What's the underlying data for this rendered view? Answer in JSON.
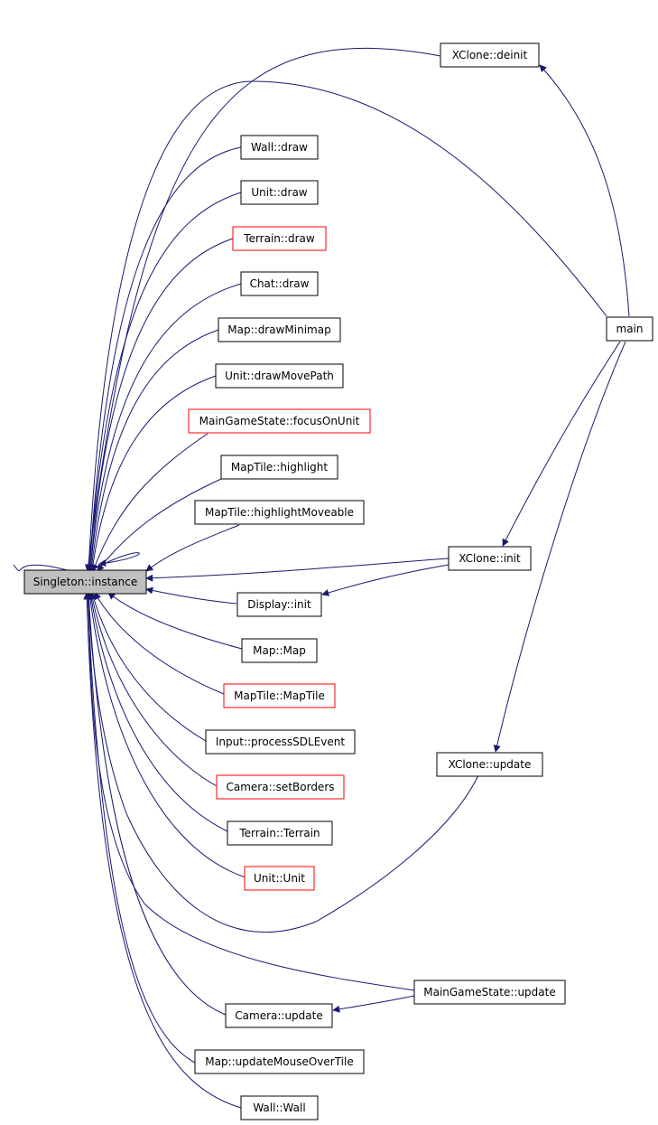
{
  "colors": {
    "edge": "#191970",
    "border_normal": "#000000",
    "border_truncated": "#ff0000",
    "root_fill": "#bfbfbf",
    "node_fill": "#ffffff"
  },
  "nodes": [
    {
      "id": "singleton-instance",
      "label": "Singleton::instance",
      "style": "root"
    },
    {
      "id": "xclone-deinit",
      "label": "XClone::deinit",
      "style": "normal"
    },
    {
      "id": "wall-draw",
      "label": "Wall::draw",
      "style": "normal"
    },
    {
      "id": "unit-draw",
      "label": "Unit::draw",
      "style": "normal"
    },
    {
      "id": "terrain-draw",
      "label": "Terrain::draw",
      "style": "truncated"
    },
    {
      "id": "chat-draw",
      "label": "Chat::draw",
      "style": "normal"
    },
    {
      "id": "map-drawminimap",
      "label": "Map::drawMinimap",
      "style": "normal"
    },
    {
      "id": "unit-drawmovepath",
      "label": "Unit::drawMovePath",
      "style": "normal"
    },
    {
      "id": "maingamestate-focusonunit",
      "label": "MainGameState::focusOnUnit",
      "style": "truncated"
    },
    {
      "id": "maptile-highlight",
      "label": "MapTile::highlight",
      "style": "normal"
    },
    {
      "id": "maptile-highlightmoveable",
      "label": "MapTile::highlightMoveable",
      "style": "normal"
    },
    {
      "id": "display-init",
      "label": "Display::init",
      "style": "normal"
    },
    {
      "id": "map-map",
      "label": "Map::Map",
      "style": "normal"
    },
    {
      "id": "maptile-maptile",
      "label": "MapTile::MapTile",
      "style": "truncated"
    },
    {
      "id": "input-processsdlevent",
      "label": "Input::processSDLEvent",
      "style": "normal"
    },
    {
      "id": "camera-setborders",
      "label": "Camera::setBorders",
      "style": "truncated"
    },
    {
      "id": "terrain-terrain",
      "label": "Terrain::Terrain",
      "style": "normal"
    },
    {
      "id": "unit-unit",
      "label": "Unit::Unit",
      "style": "truncated"
    },
    {
      "id": "camera-update",
      "label": "Camera::update",
      "style": "normal"
    },
    {
      "id": "map-updatemouseovertile",
      "label": "Map::updateMouseOverTile",
      "style": "normal"
    },
    {
      "id": "wall-wall",
      "label": "Wall::Wall",
      "style": "normal"
    },
    {
      "id": "main",
      "label": "main",
      "style": "normal"
    },
    {
      "id": "xclone-init",
      "label": "XClone::init",
      "style": "normal"
    },
    {
      "id": "xclone-update",
      "label": "XClone::update",
      "style": "normal"
    },
    {
      "id": "maingamestate-update",
      "label": "MainGameState::update",
      "style": "normal"
    }
  ],
  "edges": [
    {
      "from": "singleton-instance",
      "to": "singleton-instance"
    },
    {
      "from": "xclone-deinit",
      "to": "singleton-instance"
    },
    {
      "from": "main",
      "to": "singleton-instance"
    },
    {
      "from": "wall-draw",
      "to": "singleton-instance"
    },
    {
      "from": "unit-draw",
      "to": "singleton-instance"
    },
    {
      "from": "terrain-draw",
      "to": "singleton-instance"
    },
    {
      "from": "chat-draw",
      "to": "singleton-instance"
    },
    {
      "from": "map-drawminimap",
      "to": "singleton-instance"
    },
    {
      "from": "unit-drawmovepath",
      "to": "singleton-instance"
    },
    {
      "from": "maingamestate-focusonunit",
      "to": "singleton-instance"
    },
    {
      "from": "maptile-highlight",
      "to": "singleton-instance"
    },
    {
      "from": "maptile-highlightmoveable",
      "to": "singleton-instance"
    },
    {
      "from": "xclone-init",
      "to": "singleton-instance"
    },
    {
      "from": "display-init",
      "to": "singleton-instance"
    },
    {
      "from": "map-map",
      "to": "singleton-instance"
    },
    {
      "from": "maptile-maptile",
      "to": "singleton-instance"
    },
    {
      "from": "input-processsdlevent",
      "to": "singleton-instance"
    },
    {
      "from": "camera-setborders",
      "to": "singleton-instance"
    },
    {
      "from": "terrain-terrain",
      "to": "singleton-instance"
    },
    {
      "from": "unit-unit",
      "to": "singleton-instance"
    },
    {
      "from": "xclone-update",
      "to": "singleton-instance"
    },
    {
      "from": "maingamestate-update",
      "to": "singleton-instance"
    },
    {
      "from": "camera-update",
      "to": "singleton-instance"
    },
    {
      "from": "map-updatemouseovertile",
      "to": "singleton-instance"
    },
    {
      "from": "wall-wall",
      "to": "singleton-instance"
    },
    {
      "from": "main",
      "to": "xclone-deinit"
    },
    {
      "from": "main",
      "to": "xclone-init"
    },
    {
      "from": "main",
      "to": "xclone-update"
    },
    {
      "from": "xclone-init",
      "to": "display-init"
    },
    {
      "from": "maingamestate-update",
      "to": "camera-update"
    }
  ]
}
